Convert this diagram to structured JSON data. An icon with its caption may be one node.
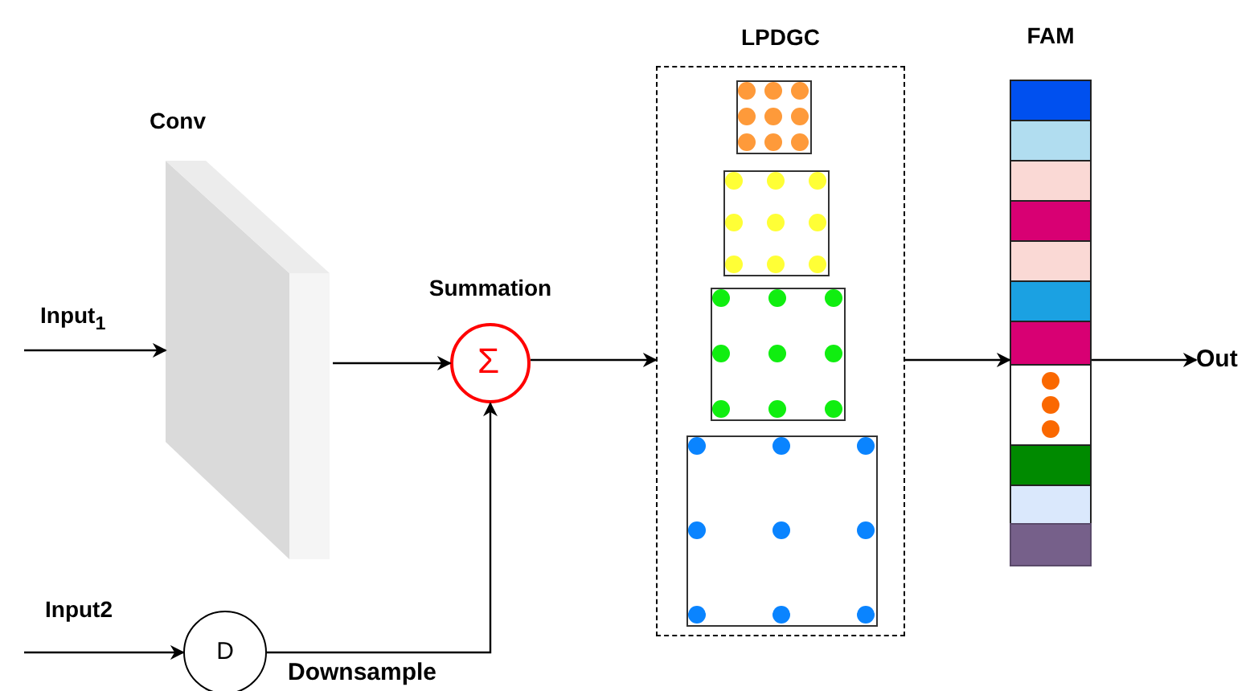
{
  "diagram": {
    "nodes": [
      {
        "text": [
          "Conv"
        ]
      },
      {
        "text": [
          "Summation",
          "Σ"
        ]
      },
      {
        "text": [
          "D"
        ],
        "beside": [
          "Downsample"
        ]
      },
      {
        "text": [
          "LPDGC"
        ]
      },
      {
        "text": [],
        "shape": "box",
        "in": 3
      },
      {
        "text": [],
        "shape": "box",
        "in": 3
      },
      {
        "text": [],
        "shape": "box",
        "in": 3
      },
      {
        "text": [],
        "shape": "box",
        "in": 3
      },
      {
        "text": [
          "FAM"
        ]
      },
      {
        "text": [
          "Out"
        ]
      }
    ],
    "edges": [
      {
        "from": null,
        "to": 0,
        "arrow": "to",
        "label": "Input$_{1}$"
      },
      {
        "from": 0,
        "to": 1,
        "arrow": "to"
      },
      {
        "from": null,
        "to": 2,
        "arrow": "to",
        "label": "Input2"
      },
      {
        "from": 2,
        "to": 1,
        "arrow": "to"
      },
      {
        "from": 1,
        "to": 3,
        "arrow": "to"
      },
      {
        "from": 3,
        "to": 8,
        "arrow": "to"
      },
      {
        "from": 8,
        "to": 9,
        "arrow": "to"
      }
    ]
  }
}
